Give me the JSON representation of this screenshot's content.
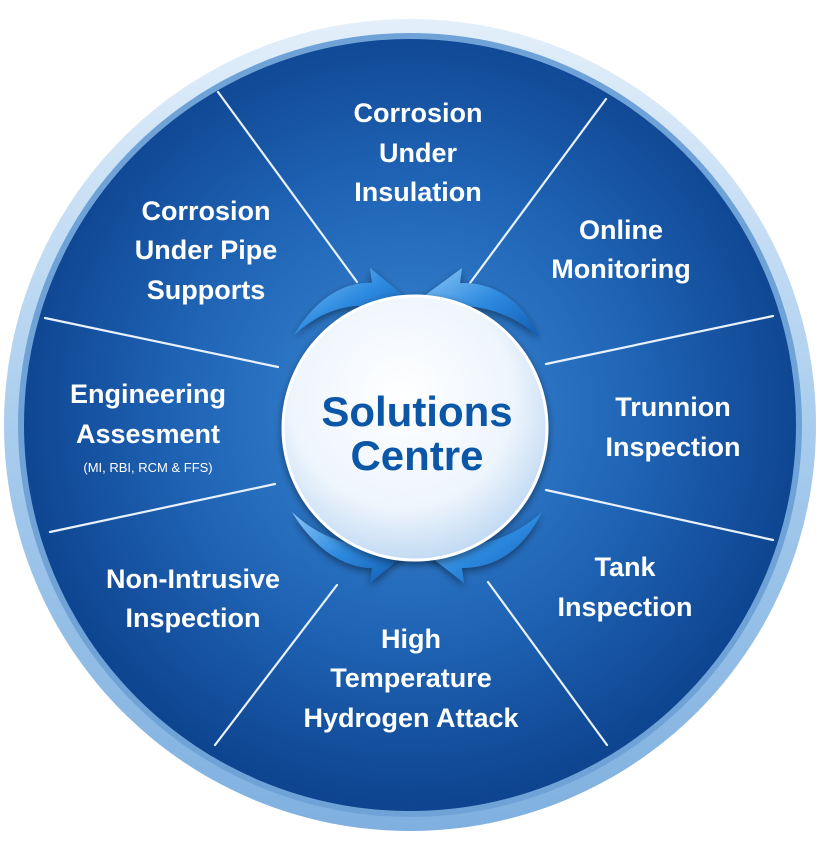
{
  "center": {
    "line1": "Solutions",
    "line2": "Centre"
  },
  "segments": [
    {
      "id": "cui",
      "lines": [
        "Corrosion",
        "Under",
        "Insulation"
      ]
    },
    {
      "id": "online-monitoring",
      "lines": [
        "Online",
        "Monitoring"
      ]
    },
    {
      "id": "trunnion-inspection",
      "lines": [
        "Trunnion",
        "Inspection"
      ]
    },
    {
      "id": "tank-inspection",
      "lines": [
        "Tank",
        "Inspection"
      ]
    },
    {
      "id": "htha",
      "lines": [
        "High",
        "Temperature",
        "Hydrogen Attack"
      ]
    },
    {
      "id": "non-intrusive-inspection",
      "lines": [
        "Non-Intrusive",
        "Inspection"
      ]
    },
    {
      "id": "engineering-assessment",
      "lines": [
        "Engineering",
        "Assesment"
      ],
      "subtitle": "(MI, RBI, RCM & FFS)"
    },
    {
      "id": "cups",
      "lines": [
        "Corrosion",
        "Under Pipe",
        "Supports"
      ]
    }
  ],
  "colors": {
    "disc_outer": "#0a3f8e",
    "disc_inner": "#2a78c9",
    "rim_light": "#cfe3f7",
    "rim_mid": "#8fbde8",
    "divider": "#e9f2fc",
    "text": "#ffffff",
    "center_fill": "#f4f9ff",
    "center_text": "#0b56a6",
    "arrow": "#2e8be0"
  }
}
